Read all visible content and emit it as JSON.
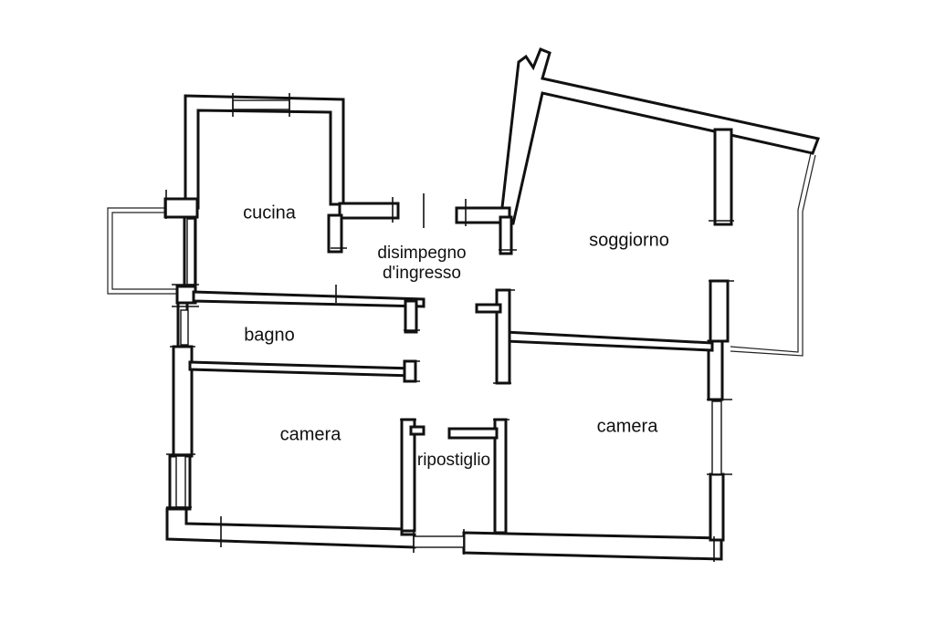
{
  "floorplan": {
    "rooms": [
      {
        "id": "kitchen",
        "label": "cucina"
      },
      {
        "id": "hall",
        "label": "disimpegno\nd'ingresso"
      },
      {
        "id": "living",
        "label": "soggiorno"
      },
      {
        "id": "bath",
        "label": "bagno"
      },
      {
        "id": "bedroom1",
        "label": "camera"
      },
      {
        "id": "storage",
        "label": "ripostiglio"
      },
      {
        "id": "bedroom2",
        "label": "camera"
      }
    ]
  }
}
